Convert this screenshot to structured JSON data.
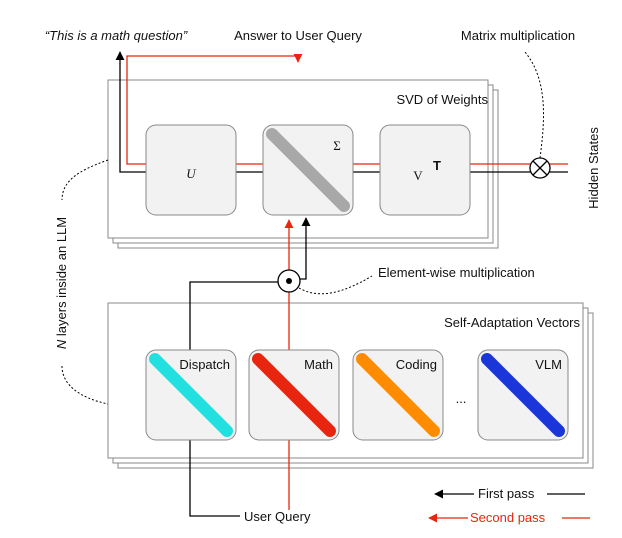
{
  "labels": {
    "math_question": "“This is a math question”",
    "answer": "Answer to User Query",
    "matrix_mult": "Matrix multiplication",
    "svd_title": "SVD of Weights",
    "u": "U",
    "sigma": "Σ",
    "v": "V",
    "v_sup": "T",
    "hidden_states": "Hidden States",
    "n_layers_n": "N",
    "n_layers_rest": " layers inside an LLM",
    "elementwise": "Element-wise multiplication",
    "sav_title": "Self-Adaptation Vectors",
    "user_query": "User Query",
    "ellipsis": "...",
    "first_pass": "First pass",
    "second_pass": "Second pass"
  },
  "experts": [
    {
      "label": "Dispatch",
      "color": "#22e0e0"
    },
    {
      "label": "Math",
      "color": "#e8260f"
    },
    {
      "label": "Coding",
      "color": "#ff8c00"
    },
    {
      "label": "VLM",
      "color": "#1a36d8"
    }
  ],
  "colors": {
    "first_pass": "#000000",
    "second_pass": "#e8260f",
    "sigma_bar": "#a8a8a8",
    "box_stroke": "#888888"
  }
}
